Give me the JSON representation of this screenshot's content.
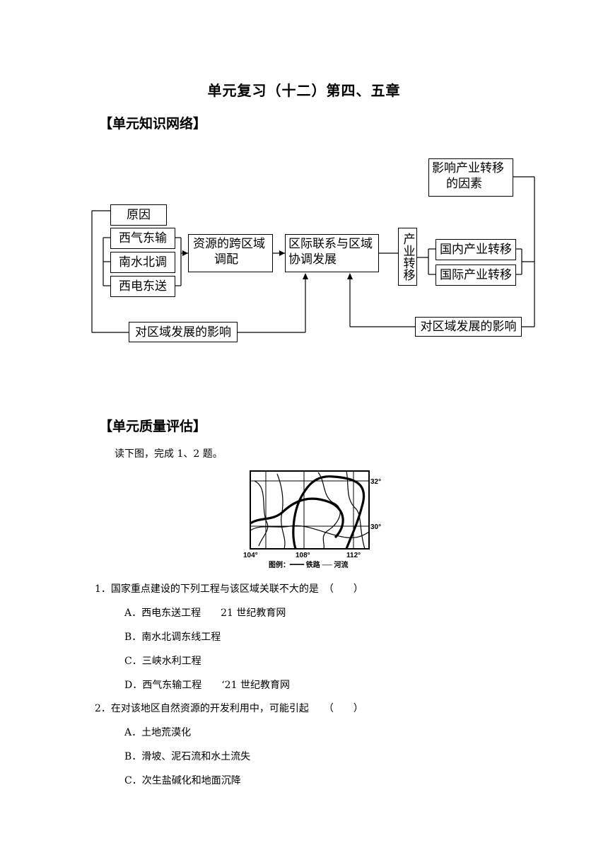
{
  "title": "单元复习（十二）第四、五章",
  "section_network": "【单元知识网络】",
  "diagram": {
    "reason": "原因",
    "west_gas_east": "西气东输",
    "south_water_north": "南水北调",
    "west_power_east": "西电东送",
    "resource_cross_region_1": "资源的跨区域",
    "resource_cross_region_2": "调配",
    "regional_link_1": "区际联系与区域",
    "regional_link_2": "协调发展",
    "industry_transfer": "产业转移",
    "factors_1": "影响产业转移",
    "factors_2": "的因素",
    "domestic_transfer": "国内产业转移",
    "international_transfer": "国际产业转移",
    "impact_left": "对区域发展的影响",
    "impact_right": "对区域发展的影响"
  },
  "section_eval": "【单元质量评估】",
  "intro": "读下图，完成 1、2 题。",
  "map": {
    "lat_32": "32°",
    "lat_30": "30°",
    "lon_104": "104°",
    "lon_108": "108°",
    "lon_112": "112°",
    "legend": "图例：━━ 铁路  ── 河流"
  },
  "questions": [
    {
      "stem": "1．国家重点建设的下列工程与该区域关联不大的是　（　　）",
      "options": [
        "A．西电东送工程　　21 世纪教育网",
        "B．南水北调东线工程",
        "C．三峡水利工程",
        "D．西气东输工程　　‘21 世纪教育网"
      ]
    },
    {
      "stem": "2．在对该地区自然资源的开发利用中，可能引起　　（　　）",
      "options": [
        "A．土地荒漠化",
        "B．滑坡、泥石流和水土流失",
        "C．次生盐碱化和地面沉降"
      ]
    }
  ]
}
